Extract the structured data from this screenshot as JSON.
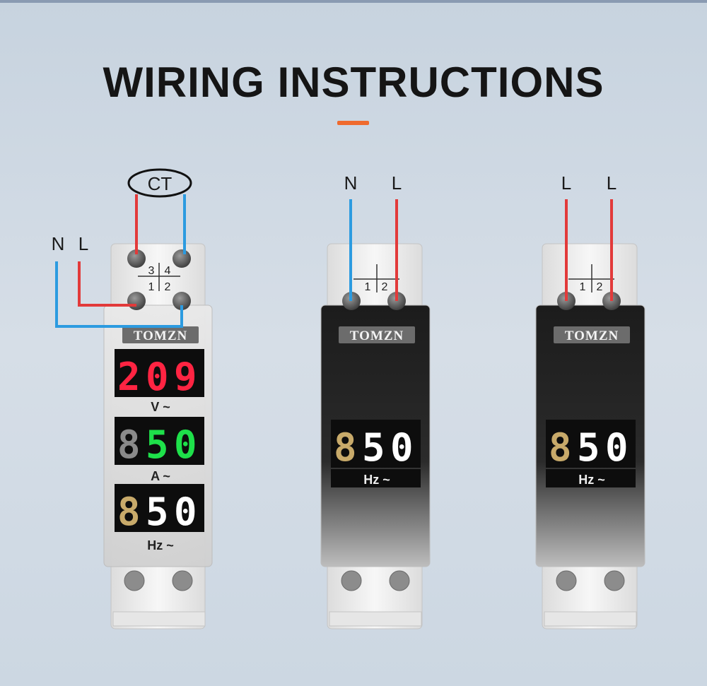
{
  "title": "WIRING INSTRUCTIONS",
  "colors": {
    "accent": "#ef6a2e",
    "live_wire": "#e23a3a",
    "neutral_wire": "#2c9be0",
    "red_digits": "#ff2442",
    "green_digits": "#1ee04a",
    "white_digits": "#ffffff",
    "amber_digits": "#c8aa6a",
    "dim_digits": "#8a8a8a"
  },
  "diagram1": {
    "ct_label": "CT",
    "n_label": "N",
    "l_label": "L",
    "terminal_top": [
      "3",
      "4"
    ],
    "terminal_bottom": [
      "1",
      "2"
    ],
    "brand": "TOMZN",
    "voltage": {
      "digits": [
        "2",
        "0",
        "9"
      ],
      "unit": "V ~"
    },
    "current": {
      "dim": "8",
      "digits": [
        "5",
        "0"
      ],
      "unit": "A ~"
    },
    "frequency": {
      "dim": "8",
      "digits": [
        "5",
        "0"
      ],
      "unit": "Hz ~"
    }
  },
  "diagram2": {
    "n_label": "N",
    "l_label": "L",
    "terminal_bottom": [
      "1",
      "2"
    ],
    "brand": "TOMZN",
    "frequency": {
      "dim": "8",
      "digits": [
        "5",
        "0"
      ],
      "unit": "Hz ~"
    }
  },
  "diagram3": {
    "l1_label": "L",
    "l2_label": "L",
    "terminal_bottom": [
      "1",
      "2"
    ],
    "brand": "TOMZN",
    "frequency": {
      "dim": "8",
      "digits": [
        "5",
        "0"
      ],
      "unit": "Hz ~"
    }
  }
}
